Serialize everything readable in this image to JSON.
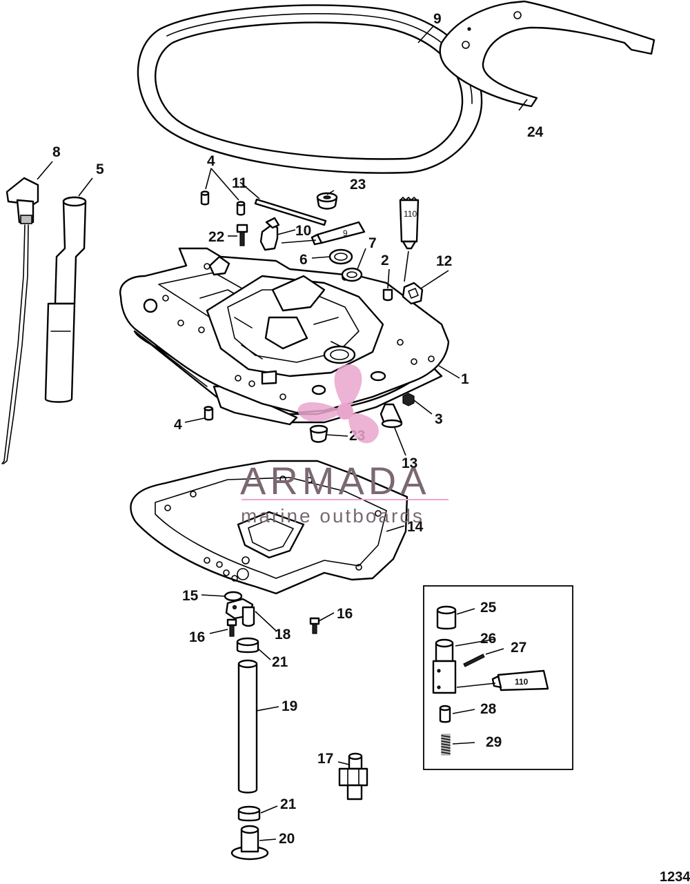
{
  "figure_number": "1234",
  "watermark": {
    "brand": "ARMADA",
    "tagline": "marine outboards",
    "logo_icon": "propeller-logo-icon",
    "brand_color": "#e9a6cc"
  },
  "callouts": {
    "c1": "1",
    "c2": "2",
    "c3": "3",
    "c4a": "4",
    "c4b": "4",
    "c5": "5",
    "c6": "6",
    "c7": "7",
    "c8": "8",
    "c9": "9",
    "c10": "10",
    "c11": "11",
    "c12": "12",
    "c13": "13",
    "c14": "14",
    "c15": "15",
    "c16a": "16",
    "c16b": "16",
    "c17": "17",
    "c18": "18",
    "c19": "19",
    "c20": "20",
    "c21a": "21",
    "c21b": "21",
    "c22": "22",
    "c23a": "23",
    "c23b": "23",
    "c24": "24",
    "c25": "25",
    "c26": "26",
    "c27": "27",
    "c28": "28",
    "c29": "29"
  },
  "tube_labels": {
    "sealant_tube_1": "9",
    "sealant_tube_2": "110",
    "sealant_tube_3": "110"
  }
}
